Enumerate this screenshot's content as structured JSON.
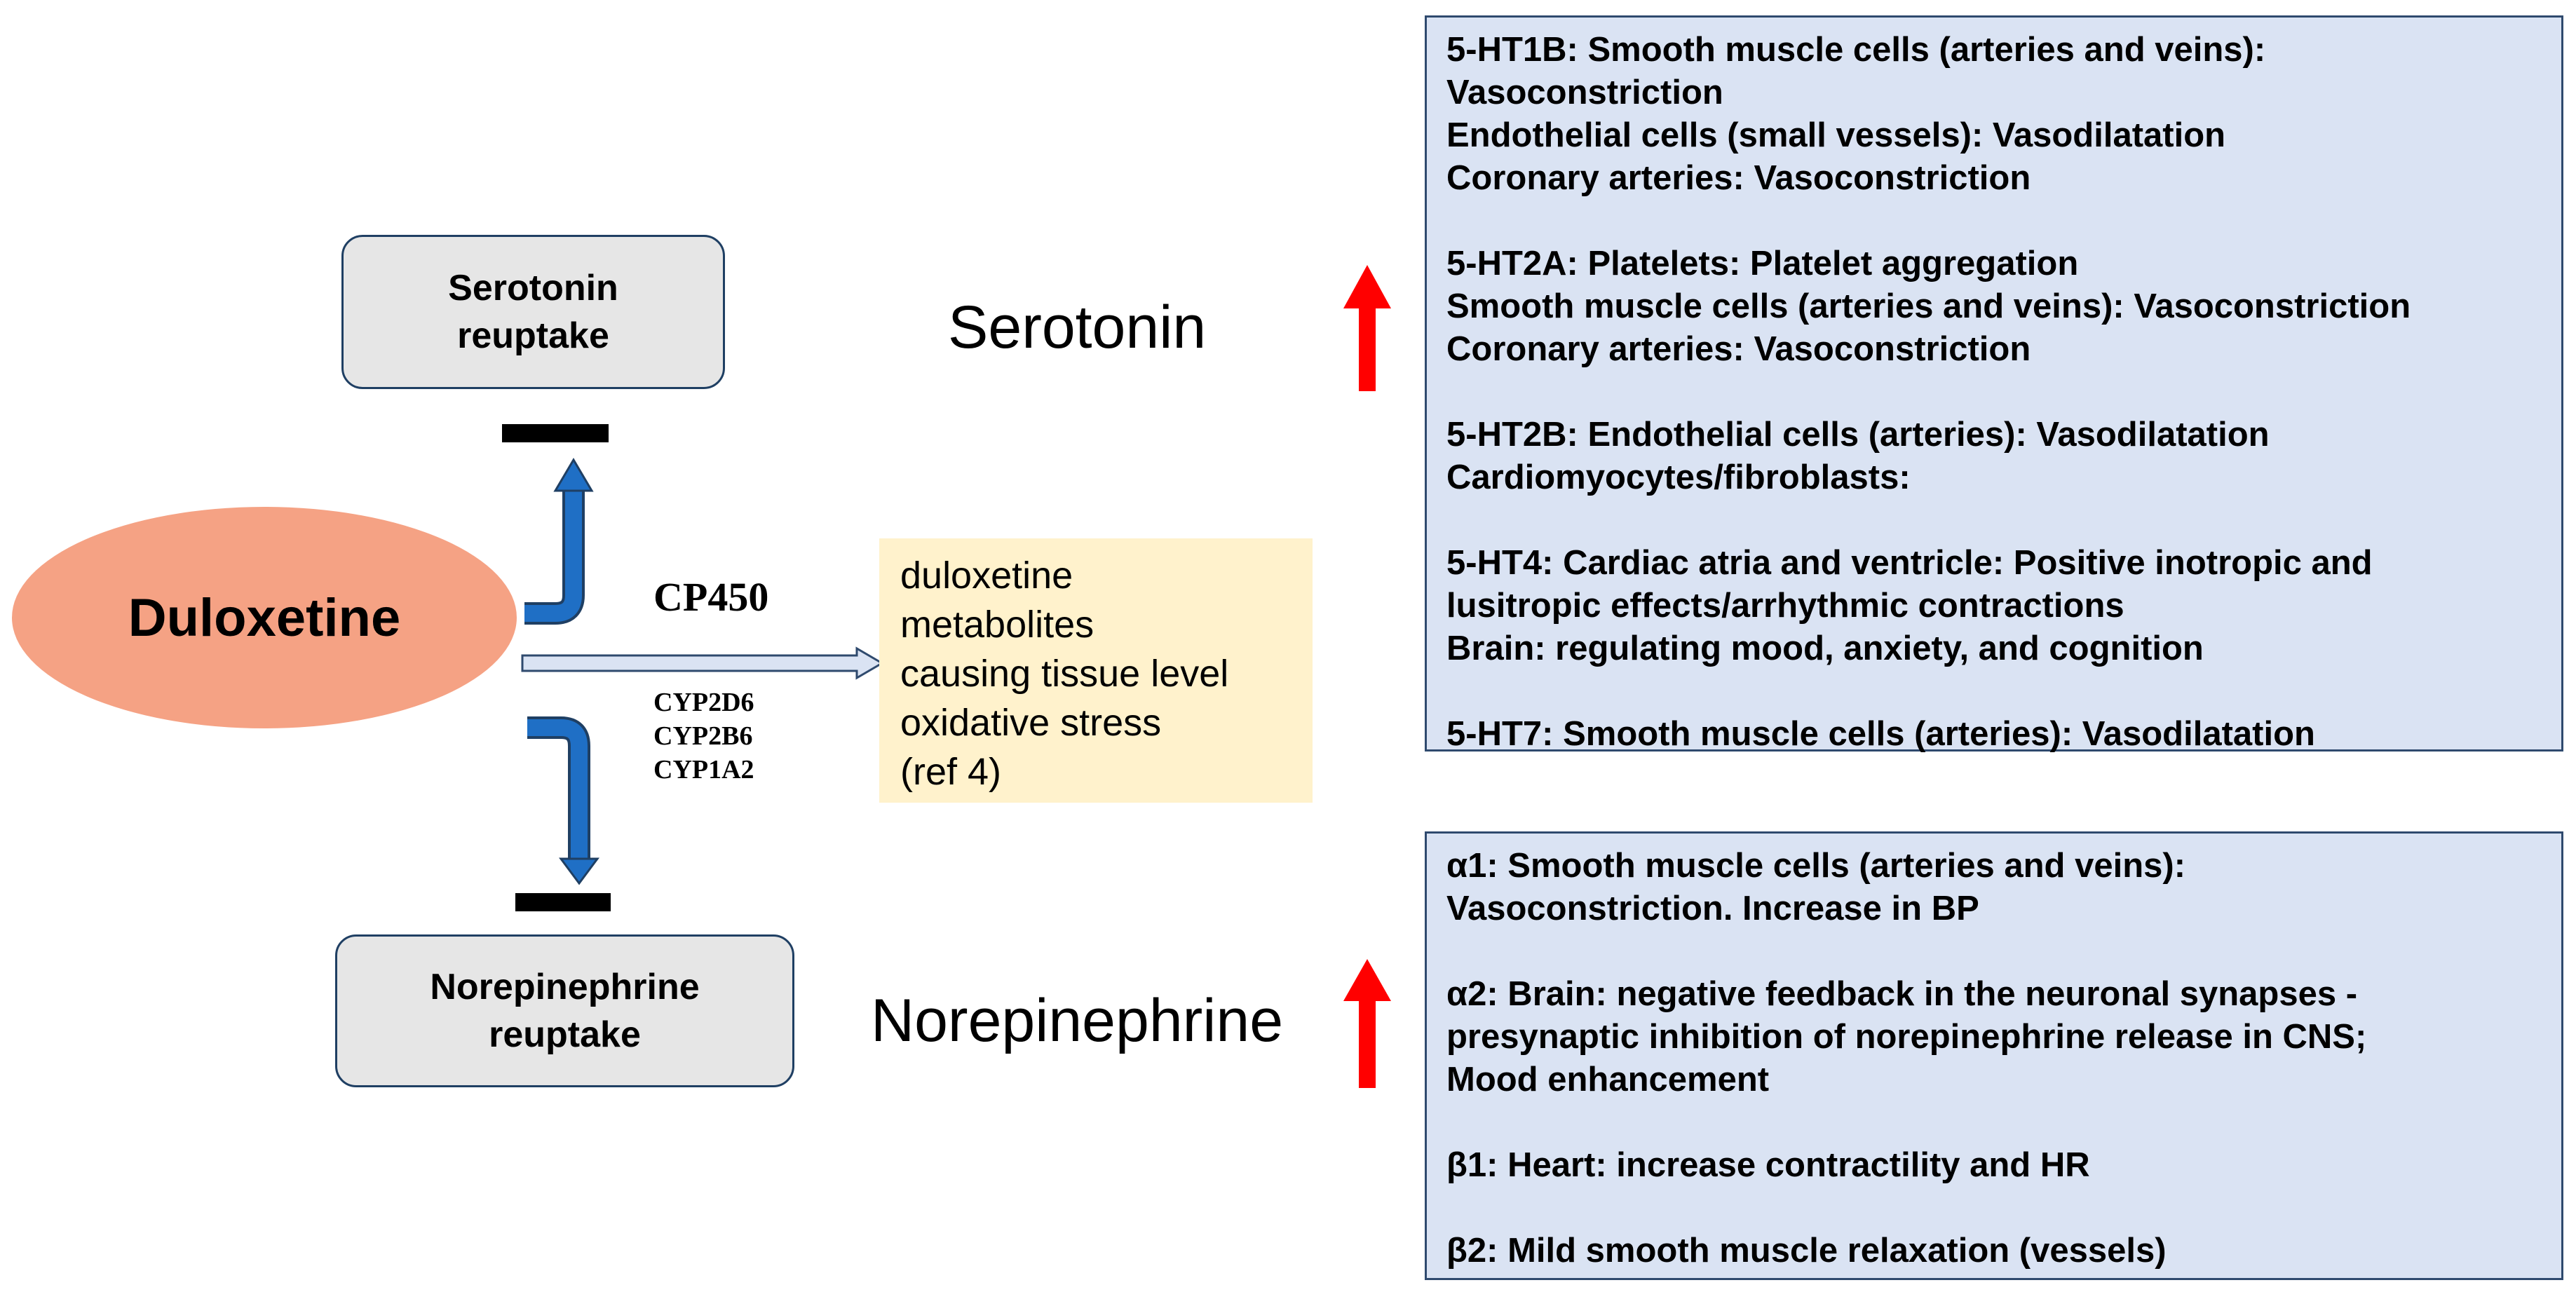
{
  "drug": {
    "label": "Duloxetine"
  },
  "reuptake": {
    "serotonin": [
      "Serotonin",
      "reuptake"
    ],
    "norepinephrine": [
      "Norepinephrine",
      "reuptake"
    ]
  },
  "metabolism": {
    "label": "CP450",
    "enzymes": [
      "CYP2D6",
      "CYP2B6",
      "CYP1A2"
    ],
    "result_lines": [
      "duloxetine",
      "metabolites",
      "causing tissue level",
      "oxidative stress",
      "(ref 4)"
    ]
  },
  "neurotransmitters": {
    "serotonin": "Serotonin",
    "norepinephrine": "Norepinephrine"
  },
  "colors": {
    "blue_arrow": "#1f6fc5",
    "red_arrow": "#ff0000",
    "drug_fill": "#f5a284",
    "panel_fill": "#dae3f3",
    "metabolite_fill": "#fff2cc"
  },
  "serotonin_receptors": [
    [
      "5-HT1B: Smooth muscle cells (arteries and veins):",
      "Vasoconstriction",
      "Endothelial cells (small vessels): Vasodilatation",
      "Coronary arteries: Vasoconstriction"
    ],
    [
      "5-HT2A: Platelets: Platelet aggregation",
      "Smooth muscle cells (arteries and veins): Vasoconstriction",
      "Coronary arteries: Vasoconstriction"
    ],
    [
      "5-HT2B: Endothelial cells (arteries): Vasodilatation",
      "Cardiomyocytes/fibroblasts:"
    ],
    [
      "5-HT4: Cardiac atria and ventricle: Positive inotropic and",
      "lusitropic effects/arrhythmic contractions",
      "Brain: regulating mood, anxiety, and cognition"
    ],
    [
      "5-HT7:  Smooth muscle cells (arteries): Vasodilatation"
    ]
  ],
  "adrenergic_receptors": [
    [
      "α1: Smooth muscle cells (arteries and veins):",
      "Vasoconstriction. Increase in BP"
    ],
    [
      "α2: Brain: negative feedback in the neuronal synapses -",
      "presynaptic inhibition of norepinephrine release in CNS;",
      "Mood enhancement"
    ],
    [
      "β1: Heart: increase contractility and HR"
    ],
    [
      "β2: Mild smooth muscle relaxation (vessels)"
    ]
  ]
}
